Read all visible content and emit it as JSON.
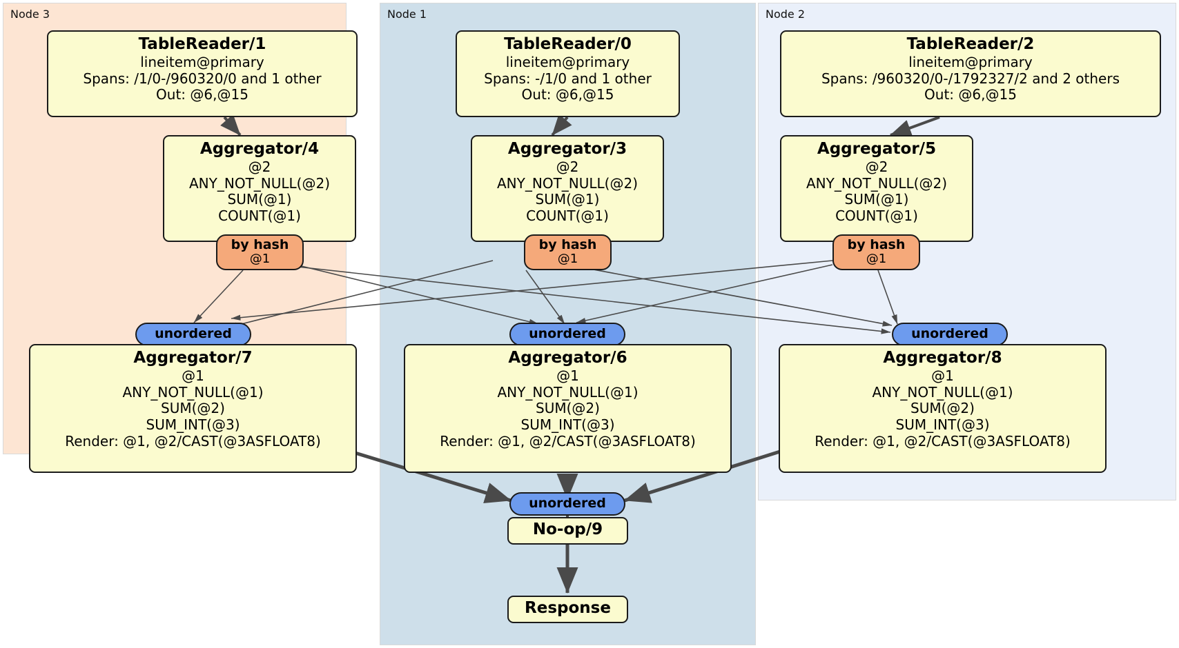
{
  "diagram": {
    "type": "distributed-query-plan",
    "colors": {
      "node3_bg": "#fde5d3",
      "node1_bg": "#cedfea",
      "node2_bg": "#eaf0fa",
      "processor_fill": "#fbfbcf",
      "hash_router_fill": "#f5a97a",
      "unordered_synchronizer_fill": "#6d9bee",
      "border": "#1a1a1a",
      "edge": "#4a4a4a"
    }
  },
  "regions": [
    {
      "label": "Node 3"
    },
    {
      "label": "Node 1"
    },
    {
      "label": "Node 2"
    }
  ],
  "processors": {
    "table_reader_1": {
      "title": "TableReader/1",
      "line1": "lineitem@primary",
      "line2": "Spans: /1/0-/960320/0 and 1 other",
      "line3": "Out: @6,@15"
    },
    "table_reader_0": {
      "title": "TableReader/0",
      "line1": "lineitem@primary",
      "line2": "Spans: -/1/0 and 1 other",
      "line3": "Out: @6,@15"
    },
    "table_reader_2": {
      "title": "TableReader/2",
      "line1": "lineitem@primary",
      "line2": "Spans: /960320/0-/1792327/2 and 2 others",
      "line3": "Out: @6,@15"
    },
    "aggregator_4": {
      "title": "Aggregator/4",
      "line1": "@2",
      "line2": "ANY_NOT_NULL(@2)",
      "line3": "SUM(@1)",
      "line4": "COUNT(@1)"
    },
    "aggregator_3": {
      "title": "Aggregator/3",
      "line1": "@2",
      "line2": "ANY_NOT_NULL(@2)",
      "line3": "SUM(@1)",
      "line4": "COUNT(@1)"
    },
    "aggregator_5": {
      "title": "Aggregator/5",
      "line1": "@2",
      "line2": "ANY_NOT_NULL(@2)",
      "line3": "SUM(@1)",
      "line4": "COUNT(@1)"
    },
    "aggregator_7": {
      "title": "Aggregator/7",
      "line1": "@1",
      "line2": "ANY_NOT_NULL(@1)",
      "line3": "SUM(@2)",
      "line4": "SUM_INT(@3)",
      "line5": "Render: @1, @2/CAST(@3ASFLOAT8)"
    },
    "aggregator_6": {
      "title": "Aggregator/6",
      "line1": "@1",
      "line2": "ANY_NOT_NULL(@1)",
      "line3": "SUM(@2)",
      "line4": "SUM_INT(@3)",
      "line5": "Render: @1, @2/CAST(@3ASFLOAT8)"
    },
    "aggregator_8": {
      "title": "Aggregator/8",
      "line1": "@1",
      "line2": "ANY_NOT_NULL(@1)",
      "line3": "SUM(@2)",
      "line4": "SUM_INT(@3)",
      "line5": "Render: @1, @2/CAST(@3ASFLOAT8)"
    },
    "noop_9": {
      "title": "No-op/9"
    },
    "response": {
      "title": "Response"
    }
  },
  "routers": {
    "hash_left": {
      "label": "by hash",
      "column": "@1"
    },
    "hash_center": {
      "label": "by hash",
      "column": "@1"
    },
    "hash_right": {
      "label": "by hash",
      "column": "@1"
    }
  },
  "synchronizers": {
    "unordered_left": {
      "label": "unordered"
    },
    "unordered_center": {
      "label": "unordered"
    },
    "unordered_right": {
      "label": "unordered"
    },
    "unordered_final": {
      "label": "unordered"
    }
  }
}
